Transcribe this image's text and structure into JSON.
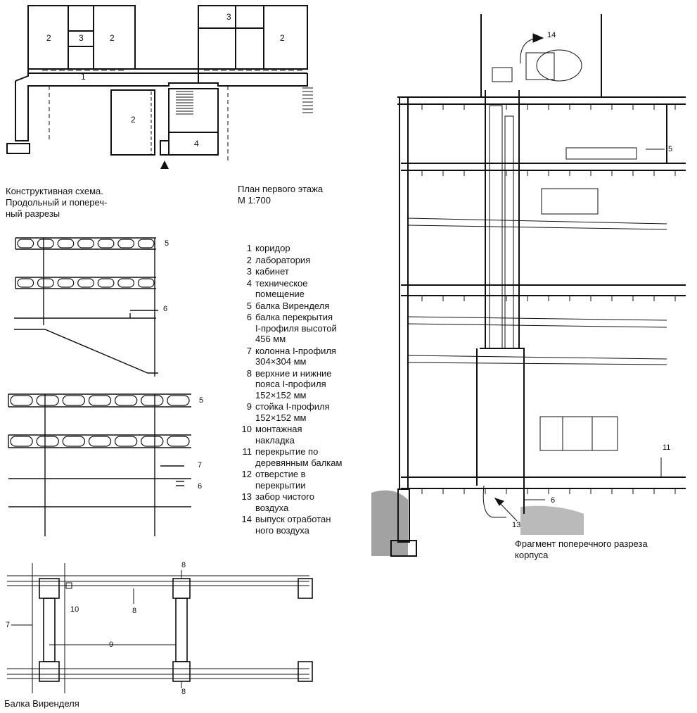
{
  "captions": {
    "structural_scheme": "Конструктивная схема.\nПродольный и попереч-\nный разрезы",
    "floor_plan": "План первого этажа\nМ 1:700",
    "cross_section": "Фрагмент поперечного разреза\nкорпуса",
    "vierendeel_beam": "Балка Виренделя"
  },
  "legend": [
    {
      "num": "1",
      "text": "коридор"
    },
    {
      "num": "2",
      "text": "лаборатория"
    },
    {
      "num": "3",
      "text": "кабинет"
    },
    {
      "num": "4",
      "text": "техническое\nпомещение"
    },
    {
      "num": "5",
      "text": "балка Виренделя"
    },
    {
      "num": "6",
      "text": "балка перекрытия\nI-профиля высотой\n456 мм"
    },
    {
      "num": "7",
      "text": "колонна I-профиля\n304×304 мм"
    },
    {
      "num": "8",
      "text": "верхние и нижние\nпояса I-профиля\n152×152 мм"
    },
    {
      "num": "9",
      "text": "стойка I-профиля\n152×152 мм"
    },
    {
      "num": "10",
      "text": "монтажная\nнакладка"
    },
    {
      "num": "11",
      "text": "перекрытие по\nдеревянным балкам"
    },
    {
      "num": "12",
      "text": "отверстие в\nперекрытии"
    },
    {
      "num": "13",
      "text": "забор чистого\nвоздуха"
    },
    {
      "num": "14",
      "text": "выпуск отработан\nного воздуха"
    }
  ],
  "plan_labels": {
    "lab": "2",
    "office": "3",
    "corridor": "1",
    "tech": "4"
  },
  "callouts": {
    "n5": "5",
    "n6": "6",
    "n7": "7",
    "n8": "8",
    "n9": "9",
    "n10": "10",
    "n11": "11",
    "n13": "13",
    "n14": "14"
  }
}
